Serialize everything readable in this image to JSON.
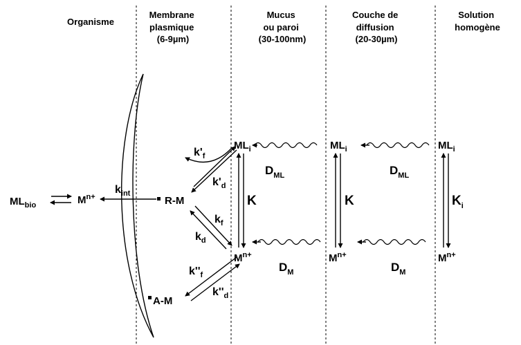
{
  "columns": [
    {
      "id": "organism",
      "line1": "Organisme",
      "line2": "",
      "line3": ""
    },
    {
      "id": "membrane",
      "line1": "Membrane",
      "line2": "plasmique",
      "line3": "(6-9µm)"
    },
    {
      "id": "mucus",
      "line1": "Mucus",
      "line2": "ou paroi",
      "line3": "(30-100nm)"
    },
    {
      "id": "diffusion",
      "line1": "Couche de",
      "line2": "diffusion",
      "line3": "(20-30µm)"
    },
    {
      "id": "solution",
      "line1": "Solution",
      "line2": "homogène",
      "line3": ""
    }
  ],
  "species": {
    "ml_bio": {
      "base": "ML",
      "sub": "bio"
    },
    "m_cell": {
      "base": "M",
      "sup": "n+"
    },
    "rm": "R-M",
    "am": "A-M",
    "ml_i": {
      "base": "ML",
      "sub": "i"
    },
    "m_free": {
      "base": "M",
      "sup": "n+"
    }
  },
  "rates": {
    "k_int": {
      "base": "k",
      "sub": "int"
    },
    "kp_f": {
      "base": "k'",
      "sub": "f"
    },
    "kp_d": {
      "base": "k'",
      "sub": "d"
    },
    "k_f": {
      "base": "k",
      "sub": "f"
    },
    "k_d": {
      "base": "k",
      "sub": "d"
    },
    "kpp_f": {
      "base": "k''",
      "sub": "f"
    },
    "kpp_d": {
      "base": "k''",
      "sub": "d"
    },
    "K": "K",
    "K_i": {
      "base": "K",
      "sub": "i"
    }
  },
  "diffusion": {
    "D_ML": {
      "base": "D",
      "sub": "ML"
    },
    "D_M": {
      "base": "D",
      "sub": "M"
    }
  }
}
